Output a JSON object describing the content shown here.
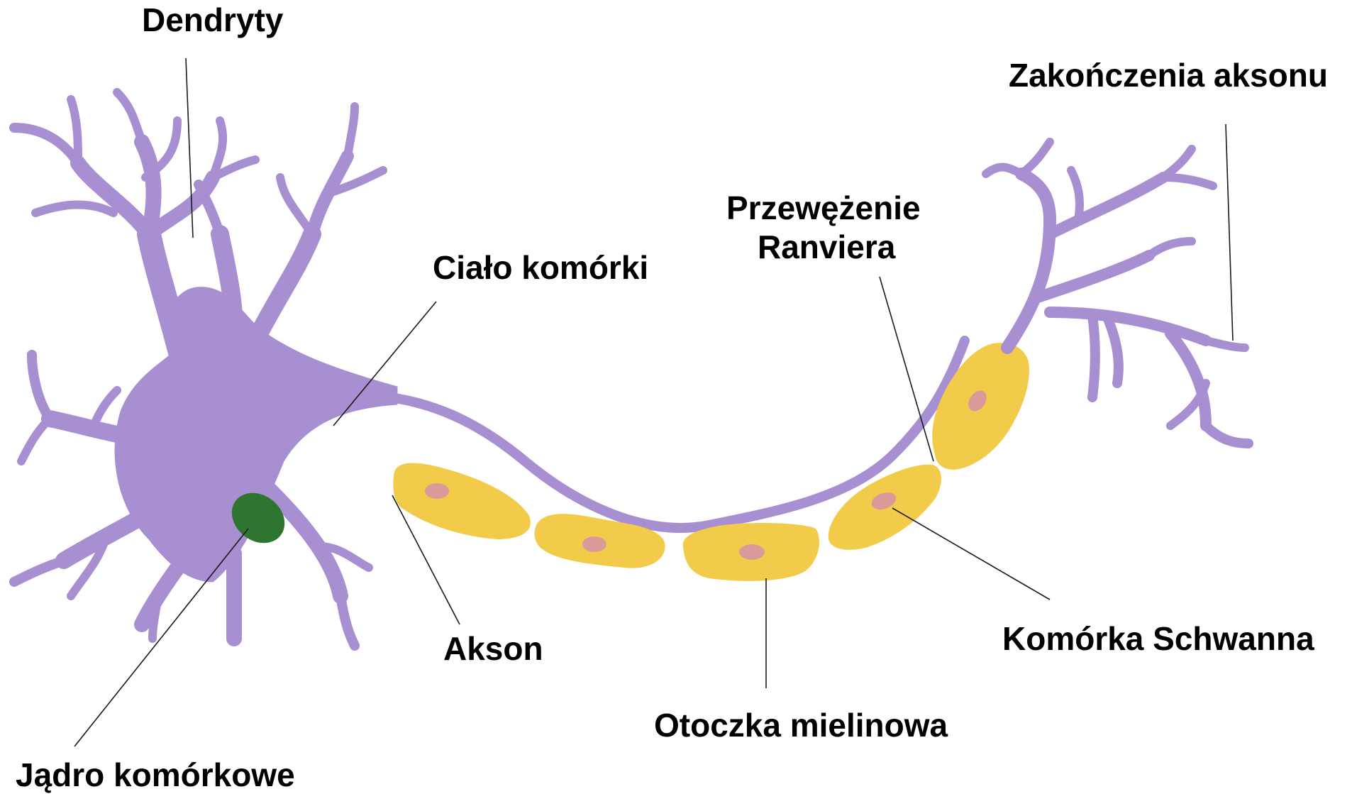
{
  "labels": {
    "dendrites": "Dendryty",
    "soma": "Ciało komórki",
    "axon_terminals": "Zakończenia aksonu",
    "node_ranvier_line1": "Przewężenie",
    "node_ranvier_line2": "Ranviera",
    "axon": "Akson",
    "myelin_sheath": "Otoczka mielinowa",
    "schwann_cell": "Komórka Schwanna",
    "nucleus": "Jądro komórkowe"
  },
  "colors": {
    "neuron": "#a78fd1",
    "schwann_cell": "#f2cb4a",
    "schwann_nucleus": "#d99a9a",
    "cell_nucleus": "#2e7531",
    "text": "#000000"
  }
}
